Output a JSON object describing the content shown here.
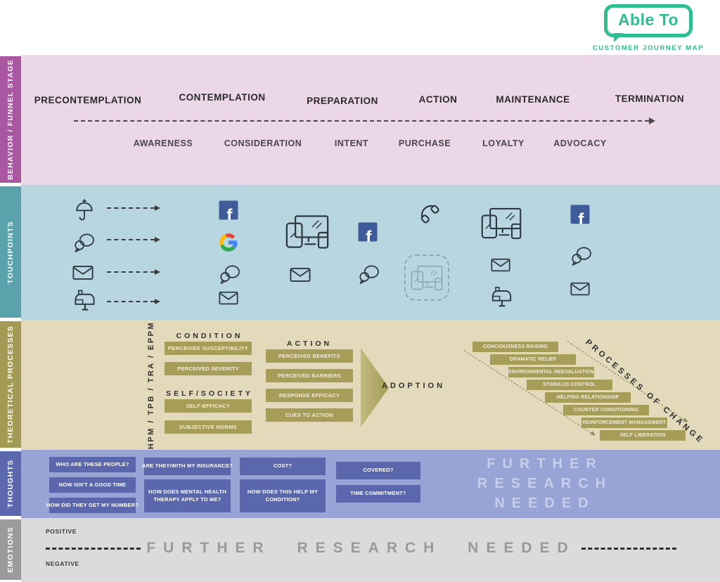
{
  "header": {
    "logo_text": "Able To",
    "subtitle": "CUSTOMER JOURNEY MAP"
  },
  "sidebar": {
    "behavior": "BEHAVIOR / FUNNEL STAGE",
    "touchpoints": "TOUCHPOINTS",
    "theoretical": "THEORETICAL PROCESSES",
    "thoughts": "THOUGHTS",
    "emotions": "EMOTIONS"
  },
  "behavior": {
    "stages": [
      "PRECONTEMPLATION",
      "CONTEMPLATION",
      "PREPARATION",
      "ACTION",
      "MAINTENANCE",
      "TERMINATION"
    ],
    "funnel": [
      "AWARENESS",
      "CONSIDERATION",
      "INTENT",
      "PURCHASE",
      "LOYALTY",
      "ADVOCACY"
    ]
  },
  "touchpoints": {
    "columns": [
      {
        "stage": "precontemplation",
        "icons": [
          "umbrella",
          "chat",
          "envelope",
          "mailbox"
        ],
        "arrows": true
      },
      {
        "stage": "contemplation",
        "icons": [
          "facebook",
          "google",
          "chat",
          "envelope"
        ]
      },
      {
        "stage": "preparation",
        "icons": [
          "devices",
          "envelope"
        ]
      },
      {
        "stage": "intent",
        "icons": [
          "facebook",
          "chat"
        ]
      },
      {
        "stage": "purchase",
        "icons": [
          "phone",
          "devices-dashed"
        ]
      },
      {
        "stage": "maintenance",
        "icons": [
          "devices",
          "envelope",
          "mailbox"
        ]
      },
      {
        "stage": "advocacy",
        "icons": [
          "facebook",
          "chat",
          "envelope"
        ]
      }
    ]
  },
  "theoretical": {
    "models": "HPM / TPB / TRA / EPPM",
    "condition": {
      "title": "CONDITION",
      "items": [
        "PERCEIVED SUSCEPTIBILITY",
        "PERCEIVED SEVERITY"
      ]
    },
    "self_society": {
      "title": "SELF/SOCIETY",
      "items": [
        "SELF-EFFICACY",
        "SUBJECTIVE NORMS"
      ]
    },
    "action": {
      "title": "ACTION",
      "items": [
        "PERCEIVED BENEFITS",
        "PERCEIVED BARRIERS",
        "RESPONSE EFFICACY",
        "CUES TO ACTION"
      ]
    },
    "adoption": "ADOPTION",
    "processes": {
      "title": "PROCESSES OF CHANGE",
      "steps": [
        "CONCIOUSNESS RAISING",
        "DRAMATIC RELIEF",
        "ENVIRONMENTAL REEVALUATION",
        "STIMULUS CONTROL",
        "HELPING RELATIONSHIP",
        "COUNTER CONDITIONING",
        "REINFORCEMENT MANAGEMENT",
        "SELF LIBERATION"
      ]
    }
  },
  "thoughts": {
    "boxes": [
      "WHO ARE THESE PEOPLE?",
      "NOW ISN'T A GOOD TIME",
      "HOW DID THEY GET MY NUMBER?",
      "ARE THEY/WITH MY INSURANCE?",
      "HOW DOES MENTAL HEALTH THERAPY APPLY TO ME?",
      "COST?",
      "HOW DOES THIS HELP MY CONDITION?",
      "COVERED?",
      "TIME COMMITMENT?"
    ],
    "further": "FURTHER RESEARCH NEEDED"
  },
  "emotions": {
    "positive": "POSITIVE",
    "negative": "NEGATIVE",
    "further": "FURTHER RESEARCH NEEDED"
  },
  "colors": {
    "brand_green": "#2fbe8f",
    "behavior_side": "#a857a0",
    "behavior_bg": "#ecd7e9",
    "touch_side": "#5aa2ac",
    "touch_bg": "#b7d6e0",
    "theory_side": "#a29a55",
    "theory_bg": "#e3d9bb",
    "theory_box": "#a69d58",
    "thoughts_side": "#5b68ae",
    "thoughts_bg": "#98a4d5",
    "thoughts_box": "#5b67ad",
    "emotions_side": "#9b9b9b",
    "emotions_bg": "#dbdbdb",
    "facebook_blue": "#3e5c9a"
  }
}
